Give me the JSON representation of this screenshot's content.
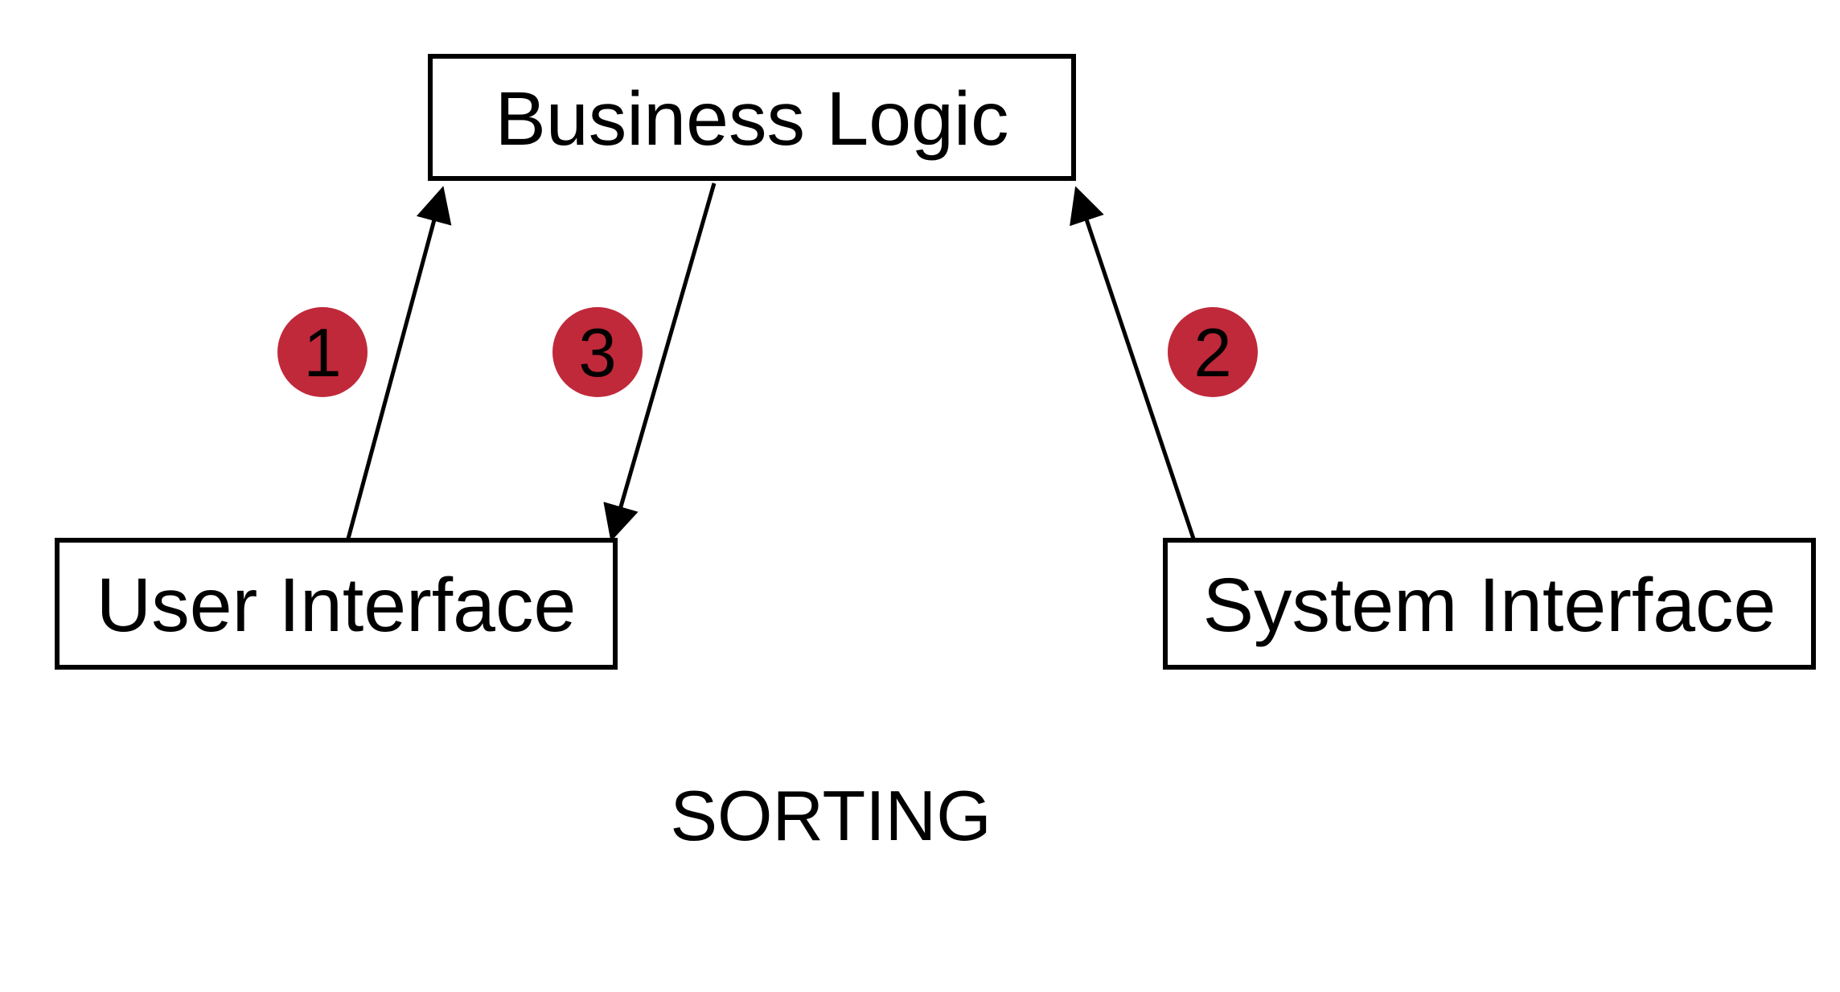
{
  "diagram": {
    "nodes": [
      {
        "id": "business-logic",
        "label": "Business Logic"
      },
      {
        "id": "user-interface",
        "label": "User Interface"
      },
      {
        "id": "system-interface",
        "label": "System Interface"
      }
    ],
    "edges": [
      {
        "number": "1",
        "from": "user-interface",
        "to": "business-logic"
      },
      {
        "number": "2",
        "from": "system-interface",
        "to": "business-logic"
      },
      {
        "number": "3",
        "from": "business-logic",
        "to": "user-interface"
      }
    ],
    "badges": [
      {
        "label": "1"
      },
      {
        "label": "3"
      },
      {
        "label": "2"
      }
    ],
    "caption": "SORTING",
    "colors": {
      "badge": "#c0293a",
      "stroke": "#000000",
      "background": "#ffffff"
    }
  }
}
